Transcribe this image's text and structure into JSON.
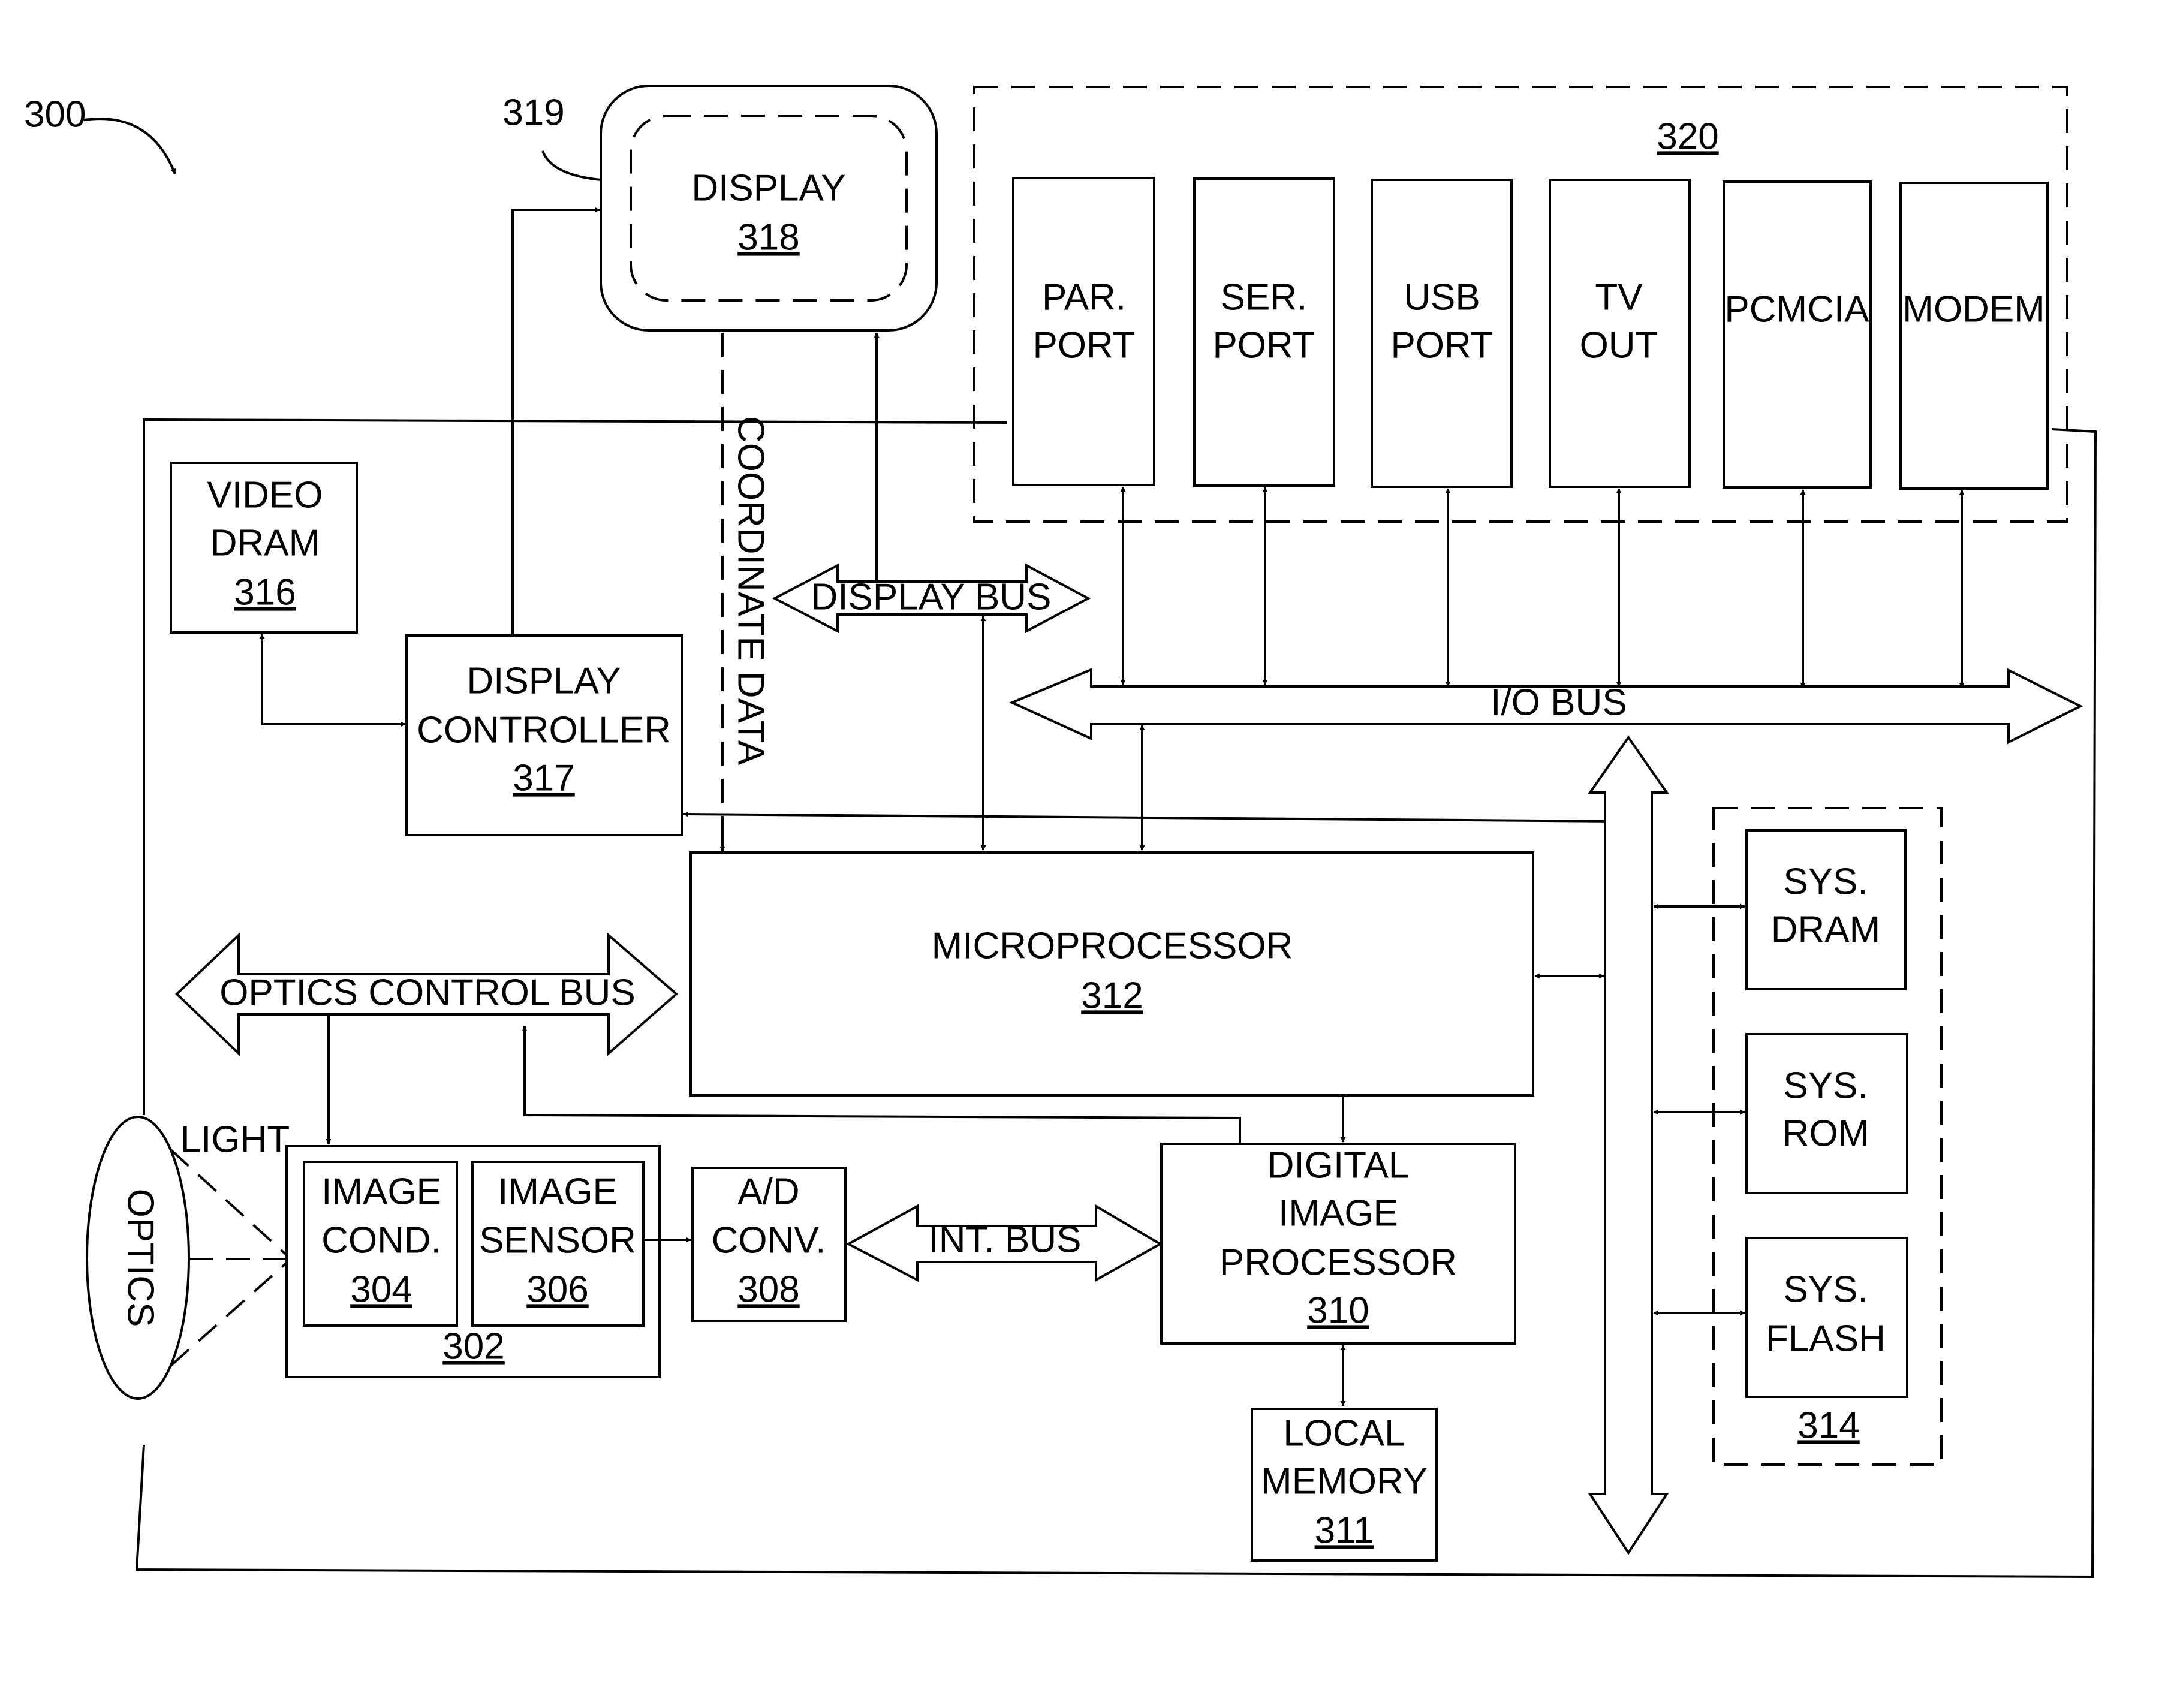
{
  "figure": {
    "ref": "300"
  },
  "display": {
    "ref": "319",
    "label": "DISPLAY",
    "num": "318"
  },
  "io_group": {
    "num": "320"
  },
  "ports": [
    {
      "line1": "PAR.",
      "line2": "PORT"
    },
    {
      "line1": "SER.",
      "line2": "PORT"
    },
    {
      "line1": "USB",
      "line2": "PORT"
    },
    {
      "line1": "TV",
      "line2": "OUT"
    },
    {
      "line1": "PCMCIA",
      "line2": ""
    },
    {
      "line1": "MODEM",
      "line2": ""
    }
  ],
  "video_dram": {
    "line1": "VIDEO",
    "line2": "DRAM",
    "num": "316"
  },
  "display_controller": {
    "line1": "DISPLAY",
    "line2": "CONTROLLER",
    "num": "317"
  },
  "coordinate_data": "COORDINATE DATA",
  "display_bus": "DISPLAY BUS",
  "io_bus": "I/O BUS",
  "microprocessor": {
    "label": "MICROPROCESSOR",
    "num": "312"
  },
  "optics_control_bus": "OPTICS CONTROL BUS",
  "optics": "OPTICS",
  "light": "LIGHT",
  "image_cond": {
    "line1": "IMAGE",
    "line2": "COND.",
    "num": "304"
  },
  "image_sensor": {
    "line1": "IMAGE",
    "line2": "SENSOR",
    "num": "306"
  },
  "sensor_group": {
    "num": "302"
  },
  "ad_conv": {
    "line1": "A/D",
    "line2": "CONV.",
    "num": "308"
  },
  "int_bus": "INT. BUS",
  "dip": {
    "line1": "DIGITAL",
    "line2": "IMAGE",
    "line3": "PROCESSOR",
    "num": "310"
  },
  "local_memory": {
    "line1": "LOCAL",
    "line2": "MEMORY",
    "num": "311"
  },
  "sys_dram": {
    "line1": "SYS.",
    "line2": "DRAM"
  },
  "sys_rom": {
    "line1": "SYS.",
    "line2": "ROM"
  },
  "sys_flash": {
    "line1": "SYS.",
    "line2": "FLASH"
  },
  "memory_group": {
    "num": "314"
  }
}
